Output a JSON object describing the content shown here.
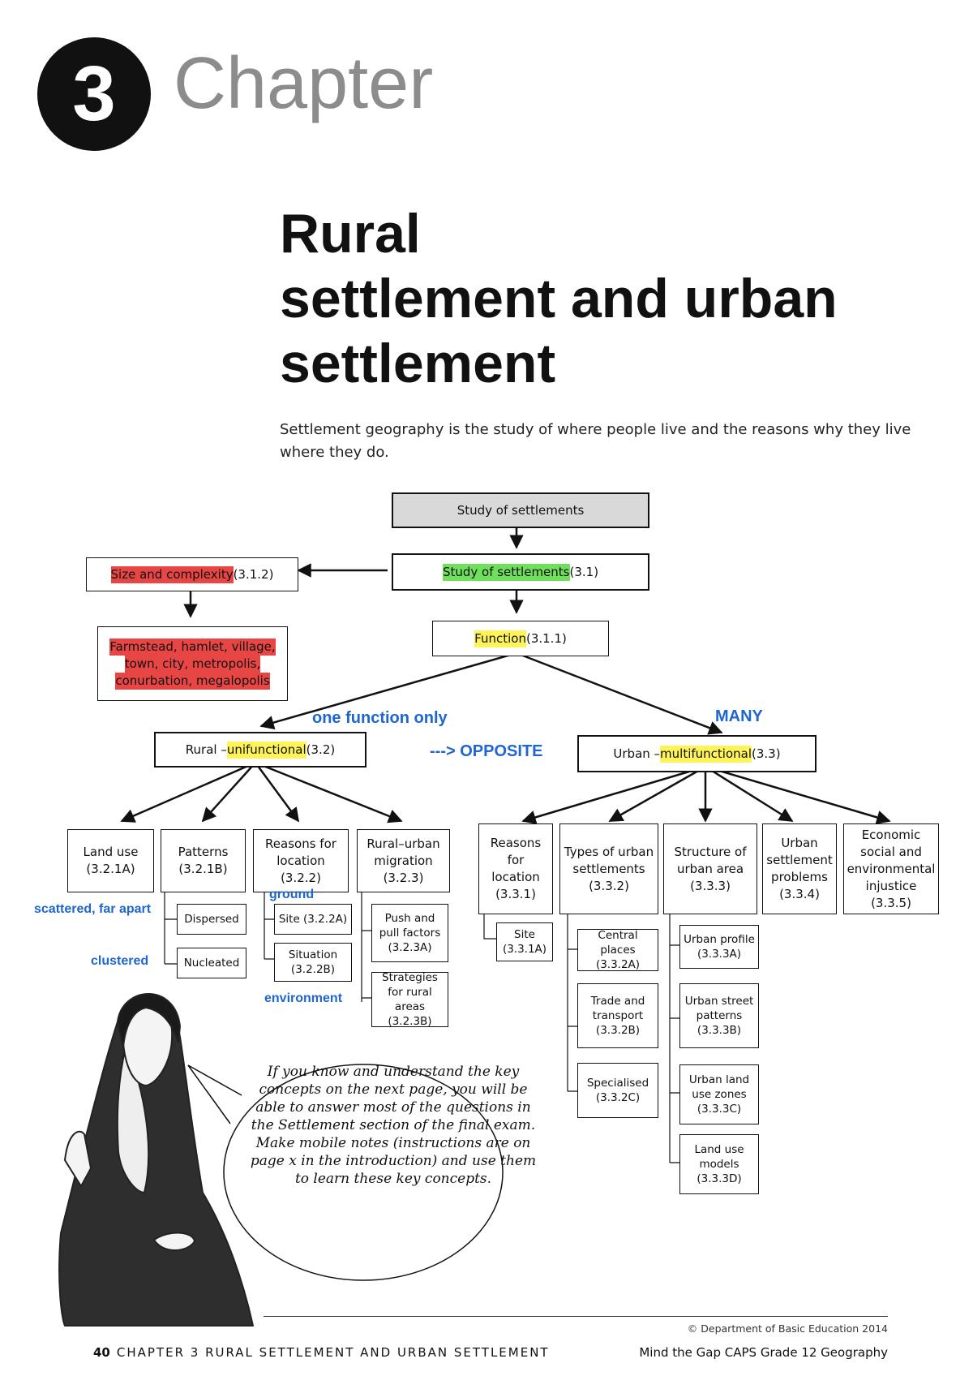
{
  "header": {
    "chapter_number": "3",
    "chapter_word": "Chapter"
  },
  "title_lines": [
    "Rural",
    "settlement and urban",
    "settlement"
  ],
  "intro": "Settlement geography is the study of where people live and the reasons why they live where they do.",
  "diagram": {
    "root": "Study of settlements",
    "study": {
      "label": "Study of settlements",
      "ref": " (3.1)"
    },
    "size": {
      "label": "Size and complexity",
      "ref": " (3.1.2)"
    },
    "size_list": [
      "Farmstead, hamlet, village,",
      "town, city, metropolis,",
      "conurbation, megalopolis"
    ],
    "function": {
      "label": "Function",
      "ref": " (3.1.1)"
    },
    "rural": {
      "prefix": "Rural – ",
      "label": "unifunctional",
      "ref": " (3.2)"
    },
    "urban": {
      "prefix": "Urban – ",
      "label": "multifunctional",
      "ref": " (3.3)"
    },
    "rural_children": [
      "Land use (3.2.1A)",
      "Patterns (3.2.1B)",
      "Reasons for location (3.2.2)",
      "Rural–urban migration (3.2.3)"
    ],
    "patterns_sub": [
      "Dispersed",
      "Nucleated"
    ],
    "location_sub": [
      "Site (3.2.2A)",
      "Situation (3.2.2B)"
    ],
    "migration_sub": [
      "Push and pull factors (3.2.3A)",
      "Strategies for rural areas (3.2.3B)"
    ],
    "urban_children": [
      "Reasons for location (3.3.1)",
      "Types of urban settlements (3.3.2)",
      "Structure of urban area (3.3.3)",
      "Urban settlement problems (3.3.4)",
      "Economic social and environmental injustice (3.3.5)"
    ],
    "urban_reasons_sub": [
      "Site (3.3.1A)"
    ],
    "types_sub": [
      "Central places (3.3.2A)",
      "Trade and transport (3.3.2B)",
      "Specialised (3.3.2C)"
    ],
    "structure_sub": [
      "Urban profile (3.3.3A)",
      "Urban street patterns (3.3.3B)",
      "Urban land use zones (3.3.3C)",
      "Land use models (3.3.3D)"
    ]
  },
  "notes": {
    "one_function": "one function only",
    "many": "MANY",
    "opposite": "---> OPPOSITE",
    "scattered": "scattered, far apart",
    "clustered": "clustered",
    "ground": "ground",
    "environment": "environment"
  },
  "speech_bubble": "If you know and understand the key concepts on the next page, you will be able to answer most of the questions in the Settlement section of the final exam. Make mobile notes (instructions are on page x in the introduction) and use them to learn these key concepts.",
  "footer": {
    "copyright": "© Department of Basic Education 2014",
    "page_number": "40",
    "chapter_label": "CHAPTER 3 RURAL SETTLEMENT AND URBAN SETTLEMENT",
    "book": "Mind the Gap CAPS Grade 12 Geography"
  },
  "colors": {
    "highlight_red": "#e84545",
    "highlight_green": "#6fe05b",
    "highlight_yellow": "#fff35a",
    "note_blue": "#1e66d0",
    "chapter_grey": "#8c8c8c"
  }
}
